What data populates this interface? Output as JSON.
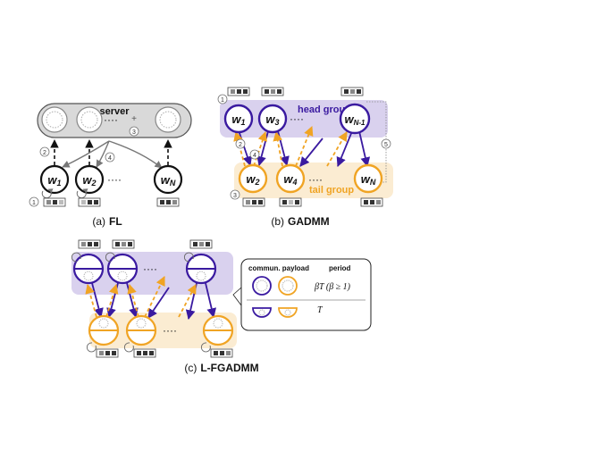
{
  "panel_a": {
    "caption_prefix": "(a)",
    "caption_bold": "FL",
    "server_label": "server",
    "ellipsis": "····",
    "plus": "+",
    "step_labels": [
      "1",
      "2",
      "3",
      "4"
    ],
    "workers": [
      {
        "base": "w",
        "sub": "1"
      },
      {
        "base": "w",
        "sub": "2"
      },
      {
        "base": "w",
        "sub": "N"
      }
    ]
  },
  "panel_b": {
    "caption_prefix": "(b)",
    "caption_bold": "GADMM",
    "head_group_label": "head group",
    "tail_group_label": "tail group",
    "ellipsis": "····",
    "step_labels": [
      "1",
      "2",
      "3",
      "4",
      "5"
    ],
    "head_workers": [
      {
        "base": "w",
        "sub": "1"
      },
      {
        "base": "w",
        "sub": "3"
      },
      {
        "base": "w",
        "sub": "N-1"
      }
    ],
    "tail_workers": [
      {
        "base": "w",
        "sub": "2"
      },
      {
        "base": "w",
        "sub": "4"
      },
      {
        "base": "w",
        "sub": "N"
      }
    ]
  },
  "panel_c": {
    "caption_prefix": "(c)",
    "caption_bold": "L-FGADMM",
    "ellipsis": "····",
    "legend": {
      "col_payload": "commun. payload",
      "col_period": "period",
      "row1_period": "βT (β ≥ 1)",
      "row2_period": "T"
    }
  },
  "colors": {
    "purple": "#3a1aa0",
    "orange": "#f0a424",
    "purple_fill": "#d9d1ee",
    "orange_fill": "#fbecd2",
    "server_fill": "#d9d9d9",
    "black": "#111111"
  }
}
